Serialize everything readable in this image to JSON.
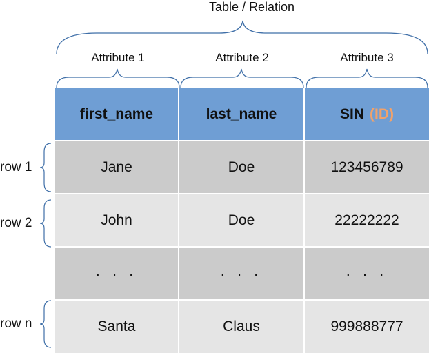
{
  "title": "Table / Relation",
  "attributes": [
    "Attribute 1",
    "Attribute 2",
    "Attribute 3"
  ],
  "header": {
    "col1": "first_name",
    "col2": "last_name",
    "col3": "SIN",
    "col3_accent": "(ID)"
  },
  "rows": [
    {
      "label": "row 1",
      "cells": [
        "Jane",
        "Doe",
        "123456789"
      ]
    },
    {
      "label": "row 2",
      "cells": [
        "John",
        "Doe",
        "22222222"
      ]
    },
    {
      "label": "",
      "cells": [
        ". . .",
        ". . .",
        ". . ."
      ]
    },
    {
      "label": "row n",
      "cells": [
        "Santa",
        "Claus",
        "999888777"
      ]
    }
  ],
  "colors": {
    "header": "#6f9ed4",
    "dark_row": "#cbcbcb",
    "light_row": "#e5e5e5",
    "accent": "#f2a26a",
    "brace": "#3f6fa8"
  }
}
